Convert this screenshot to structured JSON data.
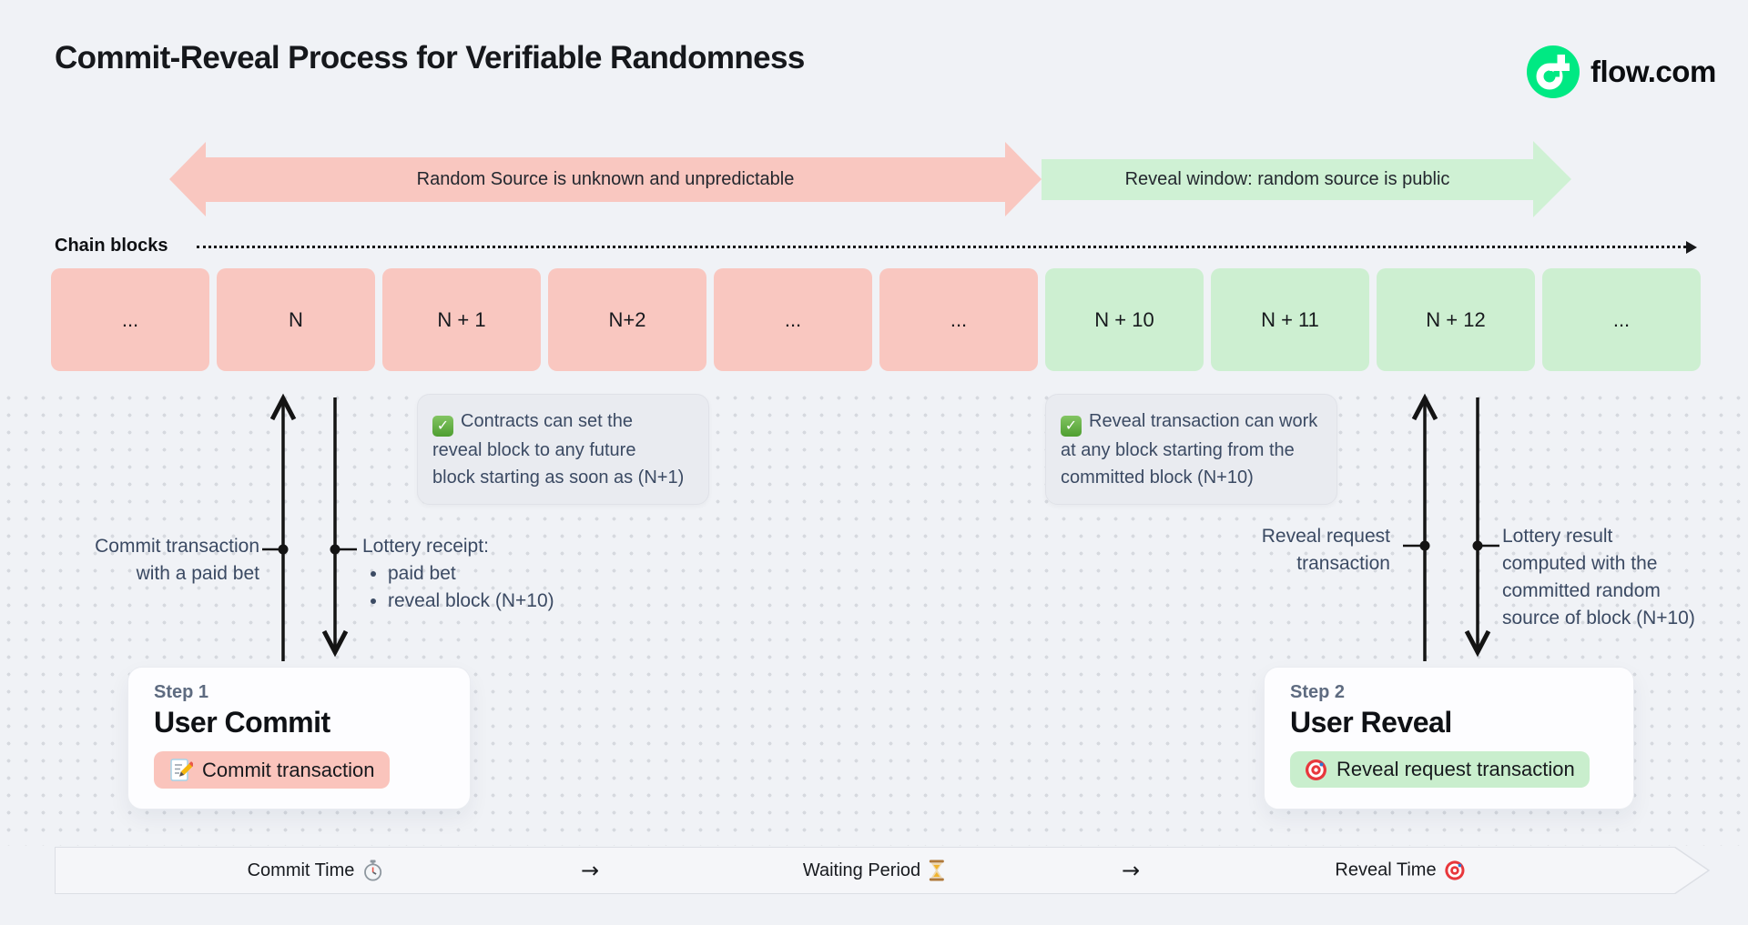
{
  "page": {
    "title": "Commit-Reveal Process for Verifiable Randomness"
  },
  "brand": {
    "name": "flow.com",
    "logo_green": "#00E983"
  },
  "banners": {
    "commit": {
      "label": "Random Source is unknown and unpredictable",
      "color": "#F9C7C0"
    },
    "reveal": {
      "label": "Reveal window: random source is public",
      "color": "#CFF1D4"
    }
  },
  "chain": {
    "label": "Chain blocks",
    "blocks": [
      {
        "label": "...",
        "phase": "commit"
      },
      {
        "label": "N",
        "phase": "commit"
      },
      {
        "label": "N + 1",
        "phase": "commit"
      },
      {
        "label": "N+2",
        "phase": "commit"
      },
      {
        "label": "...",
        "phase": "commit"
      },
      {
        "label": "...",
        "phase": "commit"
      },
      {
        "label": "N + 10",
        "phase": "reveal"
      },
      {
        "label": "N + 11",
        "phase": "reveal"
      },
      {
        "label": "N + 12",
        "phase": "reveal"
      },
      {
        "label": "...",
        "phase": "reveal"
      }
    ],
    "commit_color": "#F9C7C0",
    "reveal_color": "#CDEFD1"
  },
  "notes": [
    {
      "icon": "check-icon",
      "icon_glyph": "✅",
      "line1": "Contracts can set the",
      "line2": "reveal block to any future",
      "line3": "block starting as soon as (N+1)"
    },
    {
      "icon": "check-icon",
      "icon_glyph": "✅",
      "line1": "Reveal transaction can work",
      "line2": "at any block starting from the",
      "line3": "committed block (N+10)"
    }
  ],
  "annotations": {
    "commit": {
      "lines": [
        "Commit transaction",
        "with a paid bet"
      ]
    },
    "receipt": {
      "title": "Lottery receipt:",
      "bullets": [
        "paid bet",
        "reveal block (N+10)"
      ]
    },
    "reveal_request": {
      "lines": [
        "Reveal request",
        "transaction"
      ]
    },
    "lottery_result": {
      "lines": [
        "Lottery result",
        "computed with the",
        "committed random",
        "source of block (N+10)"
      ]
    }
  },
  "steps": [
    {
      "step": "Step 1",
      "title": "User Commit",
      "action": "Commit transaction",
      "icon": "memo-icon",
      "icon_glyph": "📝",
      "pill_color": "#FAC4BC"
    },
    {
      "step": "Step 2",
      "title": "User Reveal",
      "action": "Reveal request transaction",
      "icon": "target-icon",
      "icon_glyph": "🎯",
      "pill_color": "#C9EECD"
    }
  ],
  "timeline": {
    "items": [
      {
        "label": "Commit Time",
        "icon": "stopwatch-icon",
        "icon_glyph": "⏱"
      },
      {
        "label": "→",
        "icon": "arrow-right"
      },
      {
        "label": "Waiting Period",
        "icon": "hourglass-icon",
        "icon_glyph": "⏳"
      },
      {
        "label": "→",
        "icon": "arrow-right"
      },
      {
        "label": "Reveal Time",
        "icon": "target-icon",
        "icon_glyph": "🎯"
      }
    ]
  }
}
